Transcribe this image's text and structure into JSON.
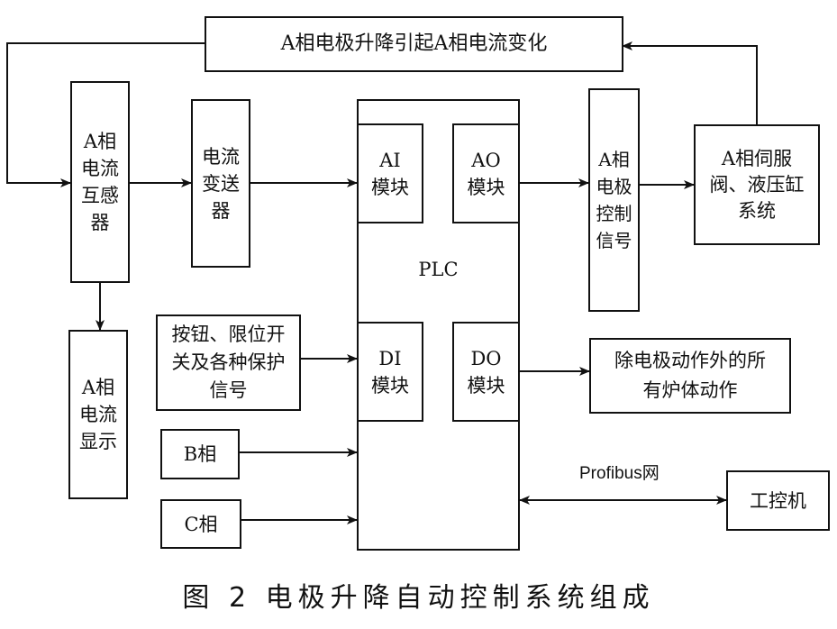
{
  "diagram": {
    "title_box": "A相电极升降引起A相电流变化",
    "blocks": {
      "ct": "A相\n电流\n互感\n器",
      "transmitter": "电流\n变送\n器",
      "display": "A相\n电流\n显示",
      "buttons": "按钮、限位开\n关及各种保护\n信号",
      "phase_b": "B相",
      "phase_c": "C相",
      "plc": "PLC",
      "ai": "AI\n模块",
      "ao": "AO\n模块",
      "di": "DI\n模块",
      "do": "DO\n模块",
      "control_signal": "A相\n电极\n控制\n信号",
      "servo": "A相伺服\n阀、液压缸\n系统",
      "furnace": "除电极动作外的所\n有炉体动作",
      "ipc": "工控机"
    },
    "network_label": "Profibus网",
    "caption": "图 2   电极升降自动控制系统组成",
    "connections": [
      {
        "from": "title_box",
        "to": "ct"
      },
      {
        "from": "ct",
        "to": "transmitter"
      },
      {
        "from": "ct",
        "to": "display"
      },
      {
        "from": "transmitter",
        "to": "ai"
      },
      {
        "from": "ao",
        "to": "control_signal"
      },
      {
        "from": "control_signal",
        "to": "servo"
      },
      {
        "from": "servo",
        "to": "title_box"
      },
      {
        "from": "buttons",
        "to": "di"
      },
      {
        "from": "phase_b",
        "to": "plc"
      },
      {
        "from": "phase_c",
        "to": "plc"
      },
      {
        "from": "do",
        "to": "furnace"
      },
      {
        "from": "plc",
        "to": "ipc",
        "bidirectional": true
      }
    ]
  }
}
